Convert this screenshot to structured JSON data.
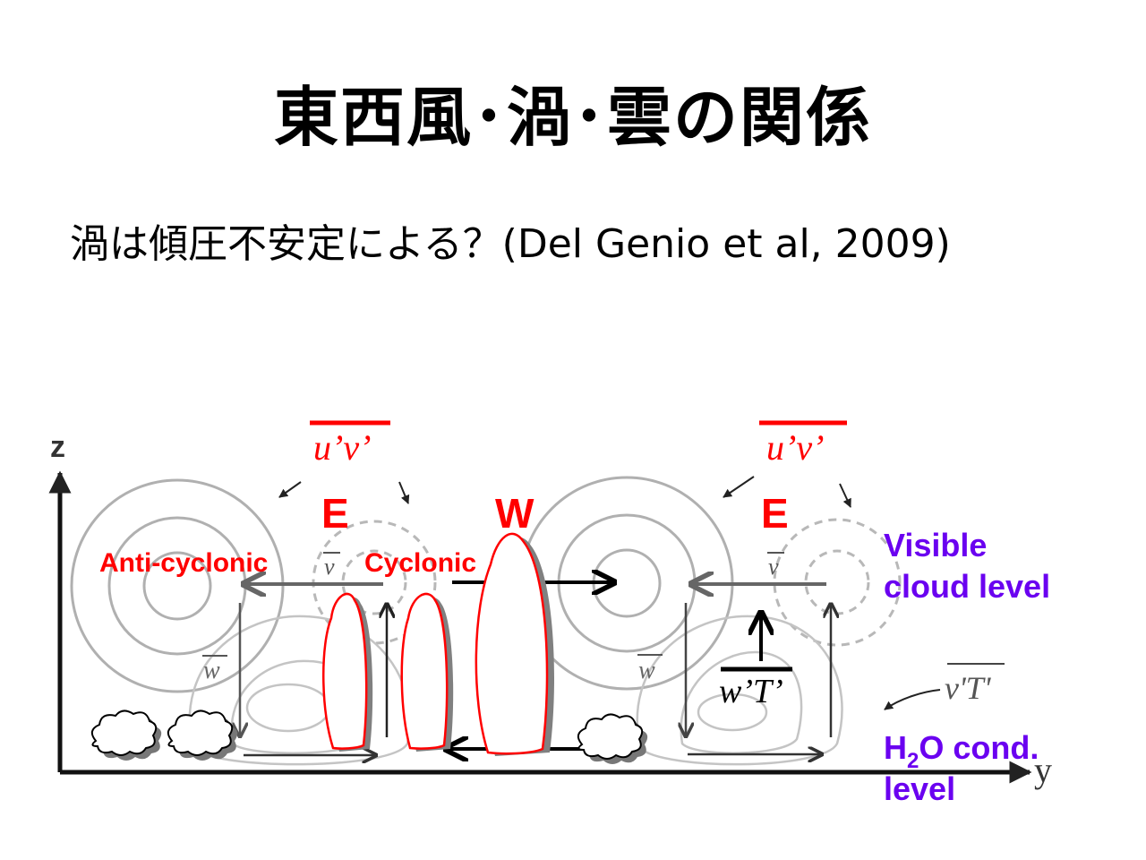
{
  "slide": {
    "title": "東西風･渦･雲の関係",
    "subtitle": "渦は傾圧不安定による？(Del Genio et al, 2009)"
  },
  "diagram": {
    "axis_z": "z",
    "axis_y": "y",
    "flux_uv_left": "u’v’",
    "flux_uv_right": "u’v’",
    "jet_e_left": "E",
    "jet_w": "W",
    "jet_e_right": "E",
    "anticyclonic": "Anti-cyclonic",
    "cyclonic": "Cyclonic",
    "vbar_left": "v",
    "vbar_right": "v",
    "wbar_left": "w",
    "wbar_right": "w",
    "wT": "w’T’",
    "vT": "v'T'",
    "visible_line1": "Visible",
    "visible_line2": "cloud level",
    "h2o_h": "H",
    "h2o_sub": "2",
    "h2o_rest": "O cond.",
    "h2o_line2": "level",
    "colors": {
      "red": "#ff0000",
      "purple": "#6a00f0",
      "gray": "#a8a8a8"
    }
  }
}
